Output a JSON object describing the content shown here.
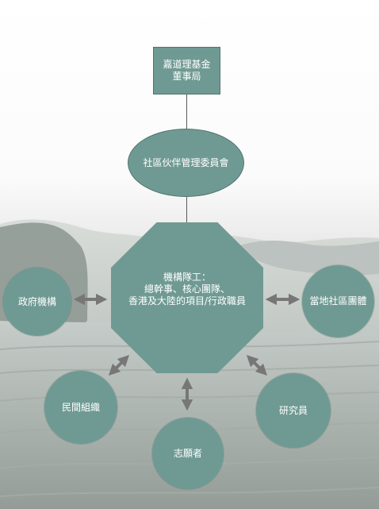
{
  "diagram": {
    "colors": {
      "node_fill": "#6f9a93",
      "node_border": "#51736d",
      "node_text": "#ffffff",
      "arrow": "#777777",
      "line": "#5a5a5a",
      "background_photo_tone": "#b9c0bd"
    },
    "nodes": {
      "board": "嘉道理基金\n董事局",
      "committee": "社區伙伴管理委員會",
      "division": "機構隊工：\n總幹事、核心團隊、\n香港及大陸的項目/行政職員",
      "government": "政府機構",
      "local_groups": "當地社區團體",
      "civil_groups": "民間組織",
      "researchers": "研究員",
      "volunteers": "志願者"
    }
  }
}
